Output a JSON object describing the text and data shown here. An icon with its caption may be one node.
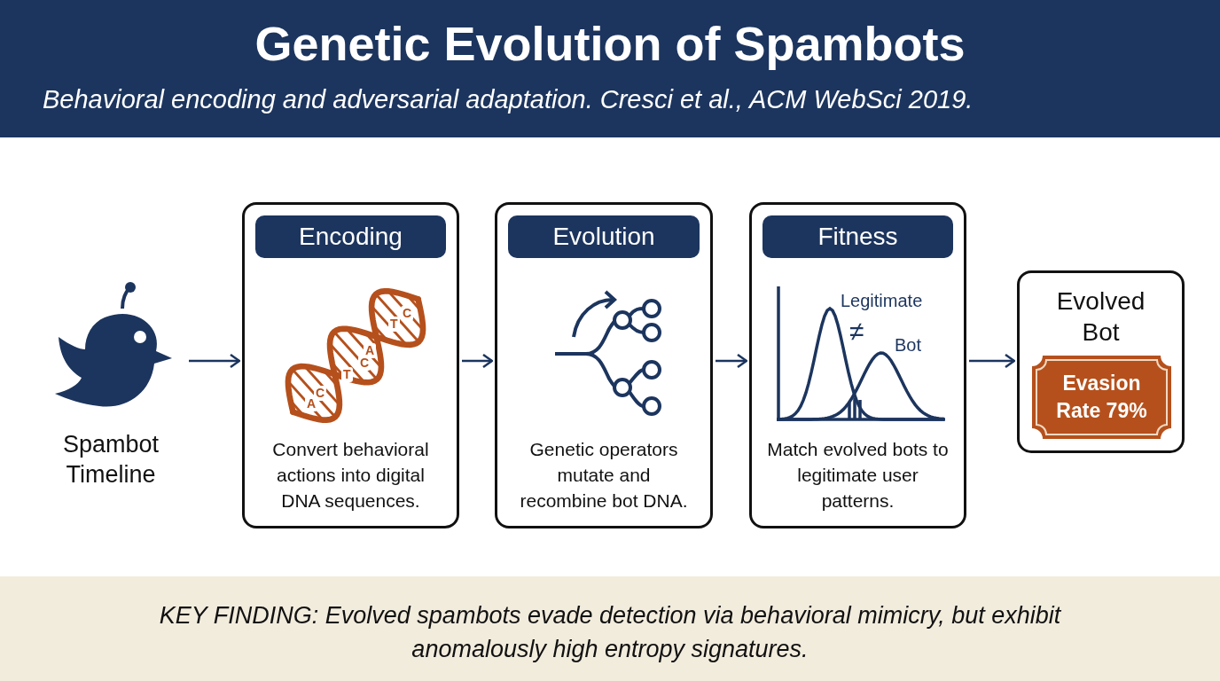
{
  "diagram": {
    "title": "Genetic Evolution of Spambots",
    "caption": "KEY FINDING: Evolved spambots evade detection via behavioral mimicry, but exhibit anomalously high entropy signatures.",
    "nodes": [
      {
        "text": [
          "Spambot Timeline"
        ]
      },
      {
        "text": [
          "Encoding",
          "Convert behavioral actions into digital DNA sequences."
        ]
      },
      {
        "text": [
          "Evolution",
          "Genetic operators mutate and recombine bot DNA."
        ]
      },
      {
        "text": [
          "Fitness",
          "Match evolved bots to legitimate user patterns."
        ]
      },
      {
        "text": [
          "Evolved Bot"
        ]
      },
      {
        "text": [
          "Evasion Rate 79%"
        ],
        "in": 4
      }
    ],
    "edges": [
      {
        "from": 0,
        "to": 1,
        "arrow": "to"
      },
      {
        "from": 1,
        "to": 2,
        "arrow": "to"
      },
      {
        "from": 2,
        "to": 3,
        "arrow": "to"
      },
      {
        "from": 3,
        "to": 4,
        "arrow": "to"
      }
    ],
    "labels": [
      "Behavioral encoding and adversarial adaptation. Cresci et al., ACM WebSci 2019.",
      "C",
      "T",
      "A",
      "C",
      "T",
      "C",
      "A",
      "Legitimate",
      "≠",
      "Bot"
    ]
  }
}
